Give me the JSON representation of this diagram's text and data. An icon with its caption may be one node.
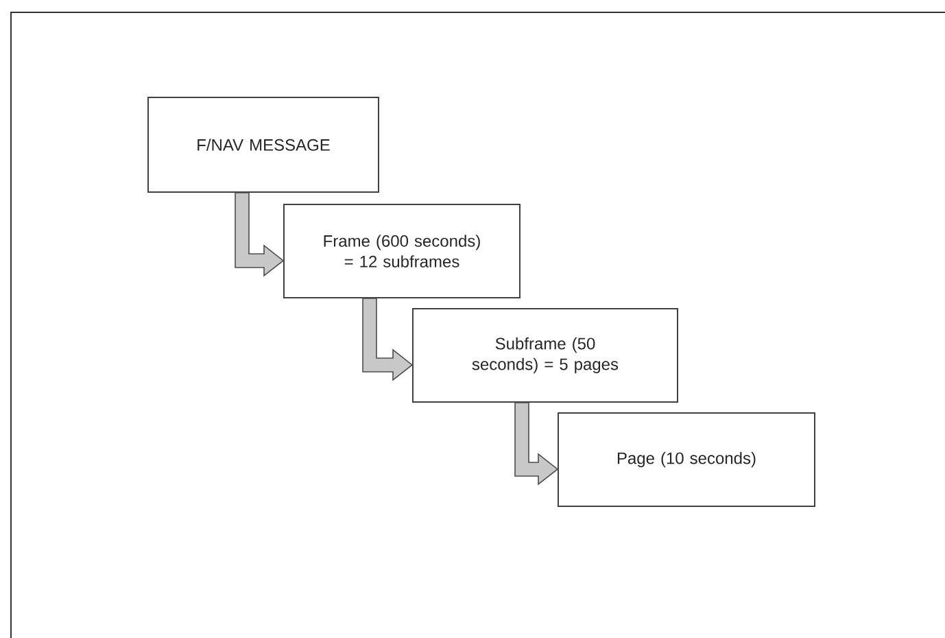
{
  "diagram": {
    "nodes": [
      {
        "text": [
          "F/NAV MESSAGE"
        ]
      },
      {
        "text": [
          "Frame (600 seconds) = 12 subframes"
        ]
      },
      {
        "text": [
          "Subframe (50 seconds) = 5 pages"
        ]
      },
      {
        "text": [
          "Page (10 seconds)"
        ]
      }
    ],
    "edges": [
      {
        "from": 0,
        "to": 1,
        "arrow": "to"
      },
      {
        "from": 1,
        "to": 2,
        "arrow": "to"
      },
      {
        "from": 2,
        "to": 3,
        "arrow": "to"
      }
    ]
  }
}
